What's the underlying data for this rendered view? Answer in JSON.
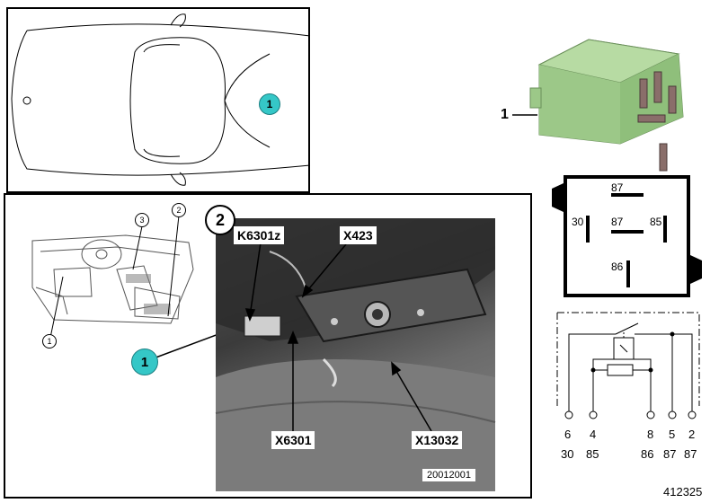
{
  "car_top_view": {
    "callout": "1"
  },
  "location_panel": {
    "panel_number": "2",
    "overview_callouts": [
      "3",
      "2",
      "1"
    ],
    "main_callout": "1",
    "photo_labels": {
      "k6301z": "K6301z",
      "x423": "X423",
      "x6301": "X6301",
      "x13032": "X13032"
    },
    "photo_code": "20012001"
  },
  "relay": {
    "part_callout": "1",
    "color": "#9fc98a",
    "pinout": {
      "top": "87",
      "center": "87",
      "right": "85",
      "left": "30",
      "bottom": "86"
    }
  },
  "circuit": {
    "pin_numbers": [
      "6",
      "4",
      "8",
      "5",
      "2"
    ],
    "pin_terminals": [
      "30",
      "85",
      "86",
      "87",
      "87"
    ]
  },
  "diagram_id": "412325"
}
